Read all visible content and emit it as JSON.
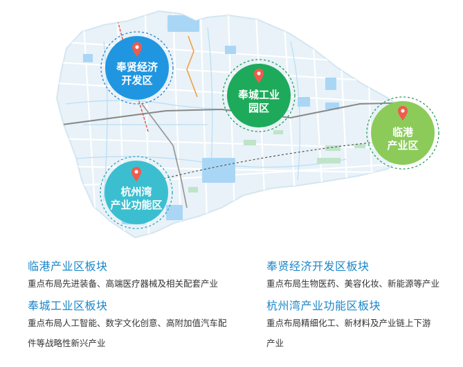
{
  "map": {
    "zones": [
      {
        "id": "fengxian",
        "lines": [
          "奉贤经济",
          "开发区"
        ],
        "color": "#2196e0",
        "ring": "#2f7fc5"
      },
      {
        "id": "fengcheng",
        "lines": [
          "奉城工业",
          "园区"
        ],
        "color": "#1eaa5b",
        "ring": "#1f9a53"
      },
      {
        "id": "lingang",
        "lines": [
          "临港",
          "产业区"
        ],
        "color": "#8ccb5a",
        "ring": "#2a9a5a"
      },
      {
        "id": "hangzhouwan",
        "lines": [
          "杭州湾",
          "产业功能区"
        ],
        "color": "#3bbfd0",
        "ring": "#2aa4b8"
      }
    ],
    "colors": {
      "land": "#e8f2f8",
      "water": "#a9d6f5",
      "road": "#ffffff",
      "rail": "#888888",
      "green": "#bfe4c8",
      "pin": "#ef5b4c"
    }
  },
  "legend": {
    "lingang": {
      "title": "临港产业区板块",
      "lines": [
        "重点布局先进装备、高端医疗器械及相关配套产业"
      ]
    },
    "fengxian": {
      "title": "奉贤经济开发区板块",
      "lines": [
        "重点布局生物医药、美容化妆、新能源等产业"
      ]
    },
    "fengcheng": {
      "title": "奉城工业区板块",
      "lines": [
        "重点布局人工智能、数字文化创意、高附加值汽车配",
        "件等战略性新兴产业"
      ]
    },
    "hangzhouwan": {
      "title": "杭州湾产业功能区板块",
      "lines": [
        "重点布局精细化工、新材料及产业链上下游",
        "产业"
      ]
    }
  }
}
